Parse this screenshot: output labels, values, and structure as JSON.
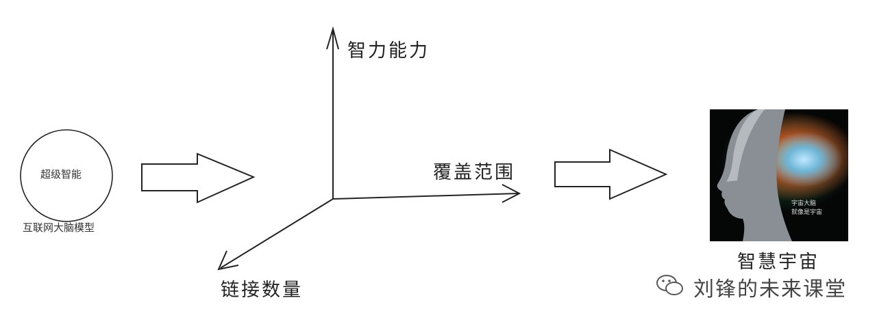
{
  "circle": {
    "text": "超级智能",
    "caption": "互联网大脑模型"
  },
  "axes": {
    "y_label": "智力能力",
    "x_label": "覆盖范围",
    "z_label": "链接数量"
  },
  "image": {
    "inner_text": "宇宙大脑\n就像是宇宙",
    "caption": "智慧宇宙"
  },
  "watermark": {
    "text": "刘锋的未来课堂",
    "icon": "wechat-icon"
  }
}
